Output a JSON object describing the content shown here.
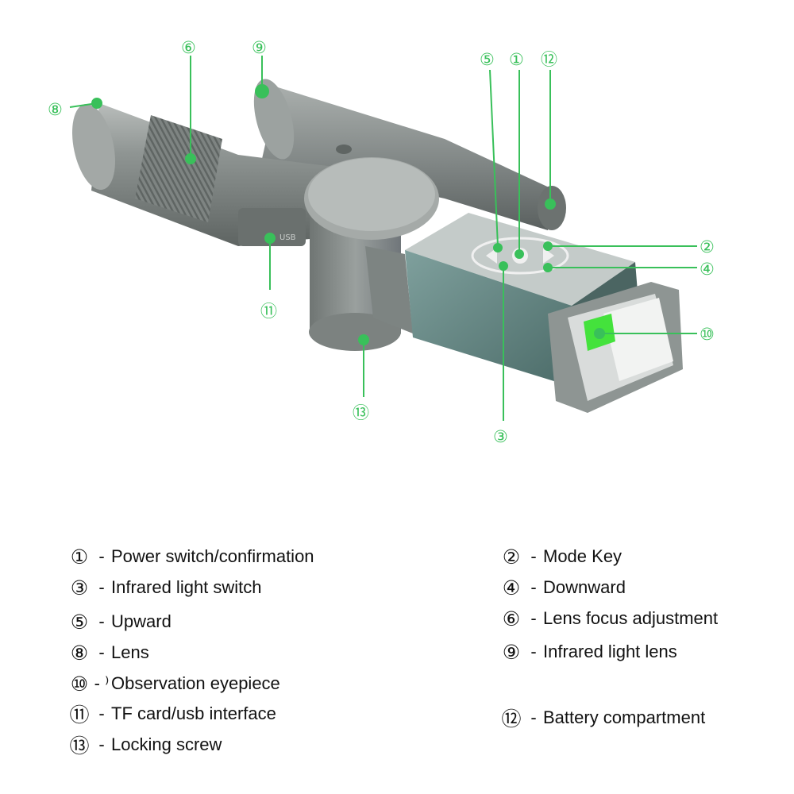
{
  "callouts": [
    {
      "num": "⑧"
    },
    {
      "num": "⑥"
    },
    {
      "num": "⑨"
    },
    {
      "num": "⑤"
    },
    {
      "num": "①"
    },
    {
      "num": "⑫"
    },
    {
      "num": "②"
    },
    {
      "num": "④"
    },
    {
      "num": "⑩"
    },
    {
      "num": "⑪"
    },
    {
      "num": "⑬"
    },
    {
      "num": "③"
    }
  ],
  "device": {
    "usb_text": "USB"
  },
  "colors": {
    "callout": "#39c05a",
    "body": "#8a9290",
    "eyepiece_screen": "#44e23c",
    "battery_box": "#5e807d"
  },
  "legend": {
    "left": [
      {
        "num": "①",
        "dash": "-",
        "label": "Power switch/confirmation"
      },
      {
        "num": "③",
        "dash": "-",
        "label": "Infrared light switch"
      },
      {
        "num": "⑤",
        "dash": "-",
        "label": "Upward"
      },
      {
        "num": "⑧",
        "dash": "-",
        "label": "Lens"
      },
      {
        "num": "⑩",
        "dash": "- ⁾",
        "label": "Observation eyepiece"
      },
      {
        "num": "⑪",
        "dash": "-",
        "label": "TF card/usb interface"
      },
      {
        "num": "⑬",
        "dash": "-",
        "label": "Locking screw"
      }
    ],
    "right": [
      {
        "num": "②",
        "dash": "-",
        "label": "Mode Key"
      },
      {
        "num": "④",
        "dash": "-",
        "label": "Downward"
      },
      {
        "num": "⑥",
        "dash": "-",
        "label": "Lens focus adjustment"
      },
      {
        "num": "⑨",
        "dash": "-",
        "label": "Infrared light lens"
      },
      {
        "num": "⑫",
        "dash": "-",
        "label": "Battery compartment"
      }
    ]
  }
}
